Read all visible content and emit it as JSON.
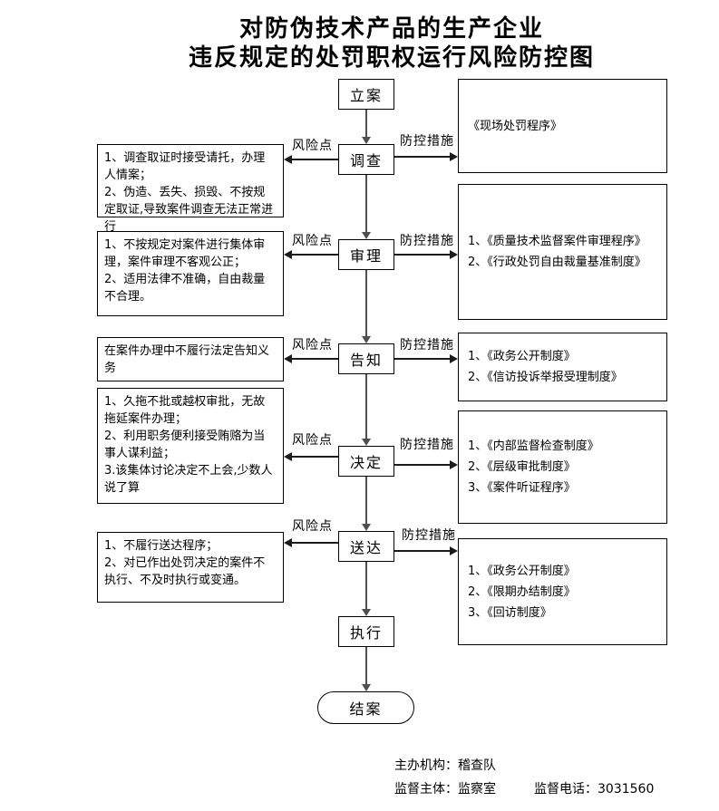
{
  "title": {
    "line1": "对防伪技术产品的生产企业",
    "line2": "违反规定的处罚职权运行风险防控图"
  },
  "flow": {
    "start": "立案",
    "execute": "执行",
    "end": "结案"
  },
  "labels": {
    "risk": "风险点",
    "measure": "防控措施"
  },
  "stages": [
    {
      "name": "调查",
      "risk": "1、调查取证时接受请托，办理人情案；\n2、伪造、丢失、损毁、不按规定取证,导致案件调查无法正常进行",
      "measure": "《现场处罚程序》"
    },
    {
      "name": "审理",
      "risk": "1、不按规定对案件进行集体审理，案件审理不客观公正；\n2、适用法律不准确，自由裁量不合理。",
      "measure": "1、《质量技术监督案件审理程序》\n2、《行政处罚自由裁量基准制度》"
    },
    {
      "name": "告知",
      "risk": "在案件办理中不履行法定告知义务",
      "measure": "1、《政务公开制度》\n2、《信访投诉举报受理制度》"
    },
    {
      "name": "决定",
      "risk": "1、久拖不批或越权审批，无故拖延案件办理；\n2、利用职务便利接受贿赂为当事人谋利益；\n3.该集体讨论决定不上会,少数人说了算",
      "measure": "1、《内部监督检查制度》\n2、《层级审批制度》\n3、《案件听证程序》"
    },
    {
      "name": "送达",
      "risk": "1、不履行送达程序；\n2、对已作出处罚决定的案件不执行、不及时执行或变通。",
      "measure": "1、《政务公开制度》\n2、《限期办结制度》\n3、《回访制度》"
    }
  ],
  "footer": {
    "organizer": "主办机构：稽查队",
    "supervisor": "监督主体：监察室",
    "phone": "监督电话：3031560"
  }
}
